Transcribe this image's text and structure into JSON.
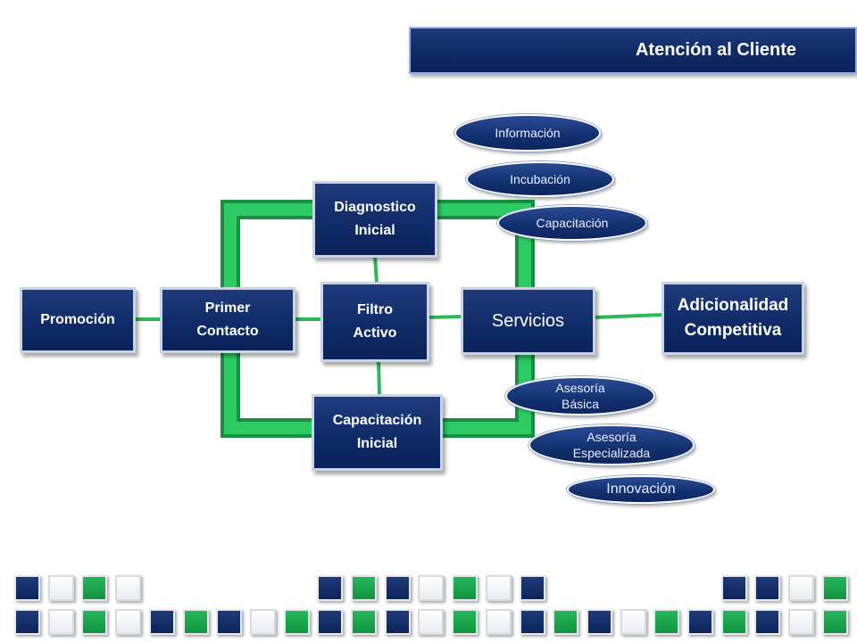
{
  "header": {
    "title": "Atención al Cliente"
  },
  "boxes": {
    "promocion": "Promoción",
    "primer_contacto": "Primer\nContacto",
    "diagnostico": "Diagnostico\nInicial",
    "filtro": "Filtro\nActivo",
    "capacitacion_inicial": "Capacitación\nInicial",
    "servicios": "Servicios",
    "adicionalidad": "Adicionalidad\nCompetitiva"
  },
  "ovals": {
    "informacion": "Información",
    "incubacion": "Incubación",
    "capacitacion": "Capacitación",
    "asesoria_basica": "Asesoría\nBásica",
    "asesoria_especializada": "Asesoría\nEspecializada",
    "innovacion": "Innovación"
  },
  "colors": {
    "navy": "#0f2b66",
    "green": "#1db954",
    "white": "#ffffff"
  },
  "decor": {
    "row1": [
      "b",
      "w",
      "g",
      "w",
      "",
      "",
      "",
      "",
      "",
      "b",
      "g",
      "b",
      "w",
      "g",
      "w",
      "b",
      "",
      "",
      "",
      "",
      "",
      "b",
      "b",
      "w",
      "g"
    ],
    "row2": [
      "b",
      "w",
      "g",
      "w",
      "b",
      "g",
      "b",
      "w",
      "g",
      "b",
      "g",
      "b",
      "w",
      "g",
      "w",
      "b",
      "g",
      "b",
      "w",
      "g",
      "b",
      "g",
      "b",
      "w",
      "g"
    ]
  }
}
